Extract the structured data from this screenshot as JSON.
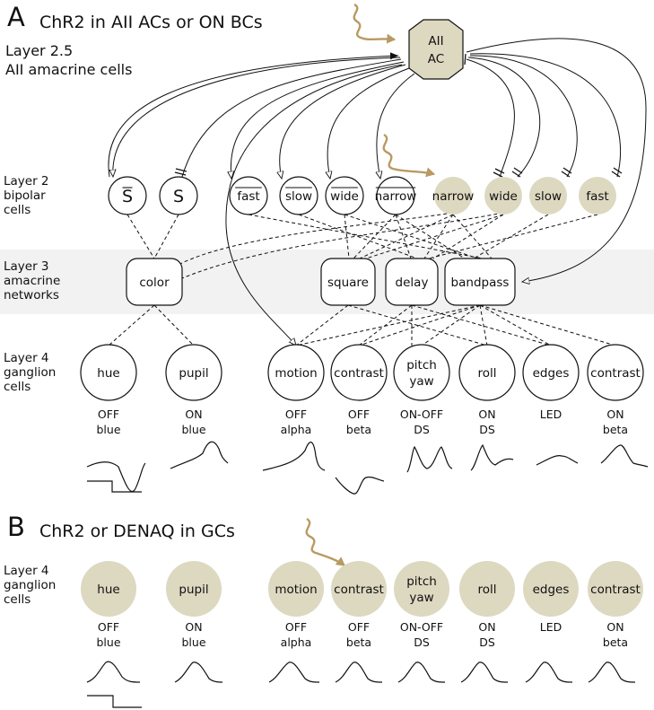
{
  "colors": {
    "shade": "#ddd8c0",
    "band": "#f2f2f2",
    "stimulus": "#b89a62",
    "stroke": "#111111"
  },
  "panel_a": {
    "letter": "A",
    "title": "ChR2 in AII ACs or ON BCs",
    "layer25": [
      "Layer 2.5",
      "AII amacrine cells"
    ],
    "layer2": [
      "Layer 2",
      "bipolar",
      "cells"
    ],
    "layer3": [
      "Layer 3",
      "amacrine",
      "networks"
    ],
    "layer4": [
      "Layer 4",
      "ganglion",
      "cells"
    ],
    "aii_node": [
      "AII",
      "AC"
    ],
    "bipolar_nodes": [
      {
        "id": "sbar",
        "label": "S",
        "overbar": true,
        "shaded": false
      },
      {
        "id": "s",
        "label": "S",
        "overbar": false,
        "shaded": false
      },
      {
        "id": "fast-off",
        "label": "fast",
        "overbar": true,
        "shaded": false
      },
      {
        "id": "slow-off",
        "label": "slow",
        "overbar": true,
        "shaded": false
      },
      {
        "id": "wide-off",
        "label": "wide",
        "overbar": true,
        "shaded": false
      },
      {
        "id": "narrow-off",
        "label": "narrow",
        "overbar": true,
        "shaded": false
      },
      {
        "id": "narrow-on",
        "label": "narrow",
        "overbar": false,
        "shaded": true
      },
      {
        "id": "wide-on",
        "label": "wide",
        "overbar": false,
        "shaded": true
      },
      {
        "id": "slow-on",
        "label": "slow",
        "overbar": false,
        "shaded": true
      },
      {
        "id": "fast-on",
        "label": "fast",
        "overbar": false,
        "shaded": true
      }
    ],
    "amacrine_nodes": [
      "color",
      "square",
      "delay",
      "bandpass"
    ],
    "ganglion_nodes": [
      {
        "label": [
          "hue"
        ],
        "sub": [
          "OFF",
          "blue"
        ]
      },
      {
        "label": [
          "pupil"
        ],
        "sub": [
          "ON",
          "blue"
        ]
      },
      {
        "label": [
          "motion"
        ],
        "sub": [
          "OFF",
          "alpha"
        ]
      },
      {
        "label": [
          "contrast"
        ],
        "sub": [
          "OFF",
          "beta"
        ]
      },
      {
        "label": [
          "pitch",
          "yaw"
        ],
        "sub": [
          "ON-OFF",
          "DS"
        ]
      },
      {
        "label": [
          "roll"
        ],
        "sub": [
          "ON",
          "DS"
        ]
      },
      {
        "label": [
          "edges"
        ],
        "sub": [
          "LED"
        ]
      },
      {
        "label": [
          "contrast"
        ],
        "sub": [
          "ON",
          "beta"
        ]
      }
    ]
  },
  "panel_b": {
    "letter": "B",
    "title": "ChR2 or DENAQ in GCs",
    "layer4": [
      "Layer 4",
      "ganglion",
      "cells"
    ],
    "ganglion_nodes": [
      {
        "label": [
          "hue"
        ],
        "sub": [
          "OFF",
          "blue"
        ]
      },
      {
        "label": [
          "pupil"
        ],
        "sub": [
          "ON",
          "blue"
        ]
      },
      {
        "label": [
          "motion"
        ],
        "sub": [
          "OFF",
          "alpha"
        ]
      },
      {
        "label": [
          "contrast"
        ],
        "sub": [
          "OFF",
          "beta"
        ]
      },
      {
        "label": [
          "pitch",
          "yaw"
        ],
        "sub": [
          "ON-OFF",
          "DS"
        ]
      },
      {
        "label": [
          "roll"
        ],
        "sub": [
          "ON",
          "DS"
        ]
      },
      {
        "label": [
          "edges"
        ],
        "sub": [
          "LED"
        ]
      },
      {
        "label": [
          "contrast"
        ],
        "sub": [
          "ON",
          "beta"
        ]
      }
    ]
  }
}
